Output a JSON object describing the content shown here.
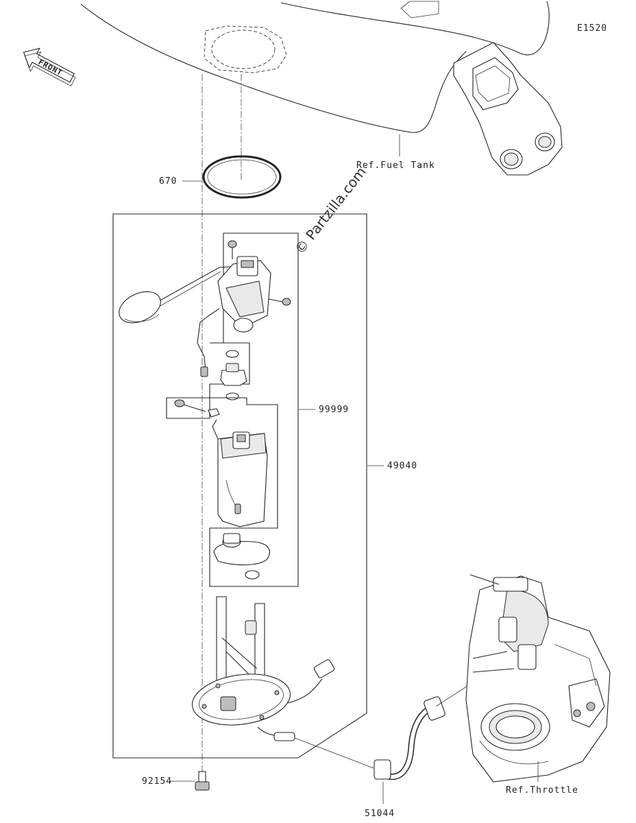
{
  "diagram_code": "E1520",
  "front_label": "FRONT",
  "watermark": "© Partzilla.com",
  "references": {
    "fuel_tank": "Ref.Fuel Tank",
    "throttle": "Ref.Throttle"
  },
  "callouts": {
    "o_ring": "670",
    "pump_kit": "99999",
    "pump_assy": "49040",
    "bolt": "92154",
    "hose": "51044"
  }
}
